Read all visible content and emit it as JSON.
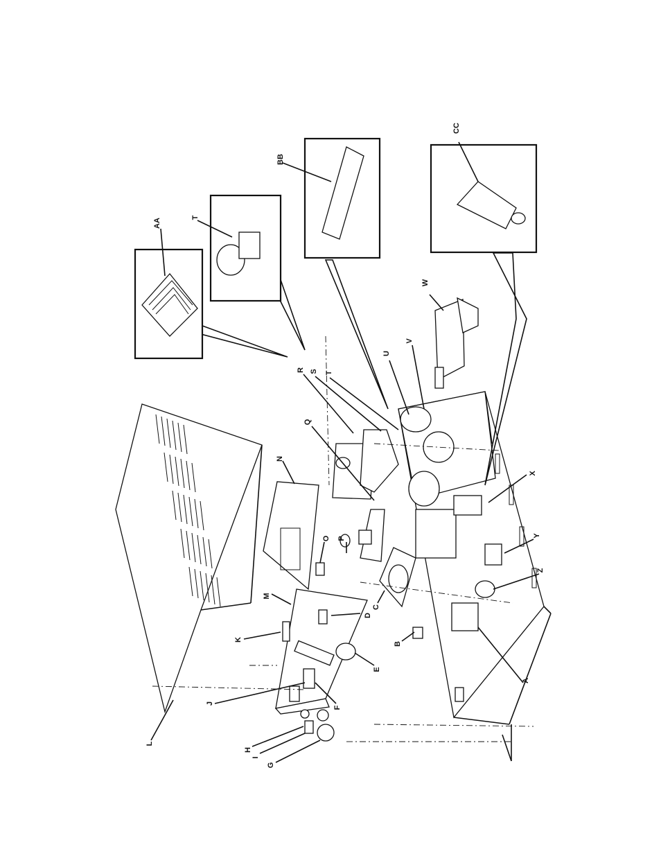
{
  "labels": {
    "a": "A",
    "b": "B",
    "c": "C",
    "d": "D",
    "e": "E",
    "f": "F",
    "g": "G",
    "h": "H",
    "i": "I",
    "j": "J",
    "k": "K",
    "l": "L",
    "m": "M",
    "n": "N",
    "o": "O",
    "p": "P",
    "q": "Q",
    "r": "R",
    "s": "S",
    "t": "T",
    "t2": "T",
    "u": "U",
    "v": "V",
    "w": "W",
    "x": "X",
    "y": "Y",
    "z": "Z",
    "aa": "AA",
    "bb": "BB",
    "cc": "CC"
  }
}
